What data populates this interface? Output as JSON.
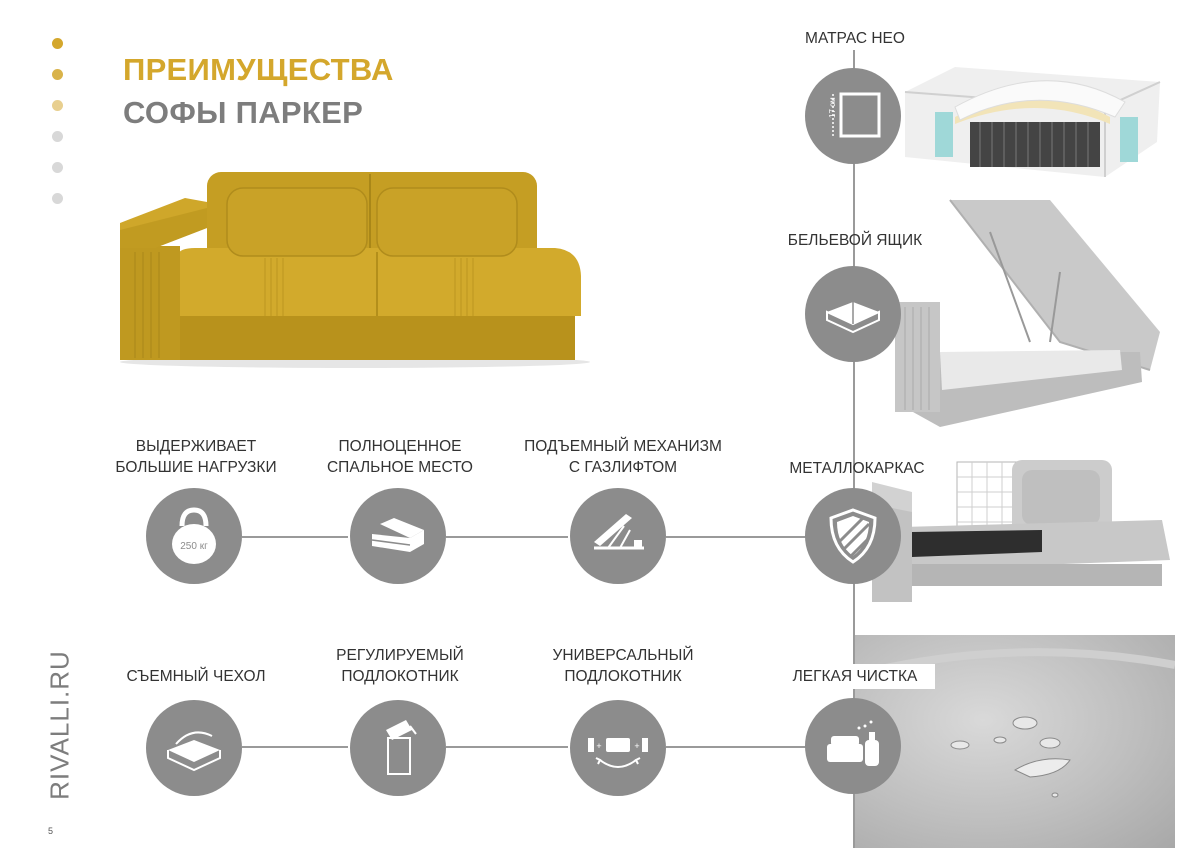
{
  "header": {
    "title_line1": "ПРЕИМУЩЕСТВА",
    "title_line2": "СОФЫ ПАРКЕР"
  },
  "page_dots": {
    "colors": [
      "#d4a72c",
      "#d9b34a",
      "#e8cf8f",
      "#d8d8d8",
      "#d8d8d8",
      "#d8d8d8"
    ]
  },
  "brand": "RIVALLI.RU",
  "page_number": "5",
  "colors": {
    "accent": "#d4a72c",
    "gray_text": "#7d7d7d",
    "icon_circle": "#8c8c8c",
    "sofa": "#c9a227"
  },
  "features": [
    {
      "id": "loads",
      "lines": [
        "ВЫДЕРЖИВАЕТ",
        "БОЛЬШИЕ НАГРУЗКИ"
      ],
      "icon": "kettlebell-icon",
      "icon_text": "250 кг"
    },
    {
      "id": "sleep",
      "lines": [
        "ПОЛНОЦЕННОЕ",
        "СПАЛЬНОЕ МЕСТО"
      ],
      "icon": "bed-icon"
    },
    {
      "id": "lift",
      "lines": [
        "ПОДЪЕМНЫЙ МЕХАНИЗМ",
        "С ГАЗЛИФТОМ"
      ],
      "icon": "gaslift-icon"
    },
    {
      "id": "cover",
      "lines": [
        "СЪЕМНЫЙ ЧЕХОЛ"
      ],
      "icon": "cover-icon"
    },
    {
      "id": "armrest_adj",
      "lines": [
        "РЕГУЛИРУЕМЫЙ",
        "ПОДЛОКОТНИК"
      ],
      "icon": "armrest-adjust-icon"
    },
    {
      "id": "armrest_uni",
      "lines": [
        "УНИВЕРСАЛЬНЫЙ",
        "ПОДЛОКОТНИК"
      ],
      "icon": "armrest-swap-icon"
    }
  ],
  "right_column": [
    {
      "id": "mattress",
      "label": "МАТРАС НЕО",
      "icon": "mattress-icon",
      "icon_text": "17 см"
    },
    {
      "id": "storage",
      "label": "БЕЛЬЕВОЙ ЯЩИК",
      "icon": "storage-box-icon"
    },
    {
      "id": "frame",
      "label": "МЕТАЛЛОКАРКАС",
      "icon": "shield-icon"
    },
    {
      "id": "clean",
      "label": "ЛЕГКАЯ ЧИСТКА",
      "icon": "cleaning-icon"
    }
  ]
}
